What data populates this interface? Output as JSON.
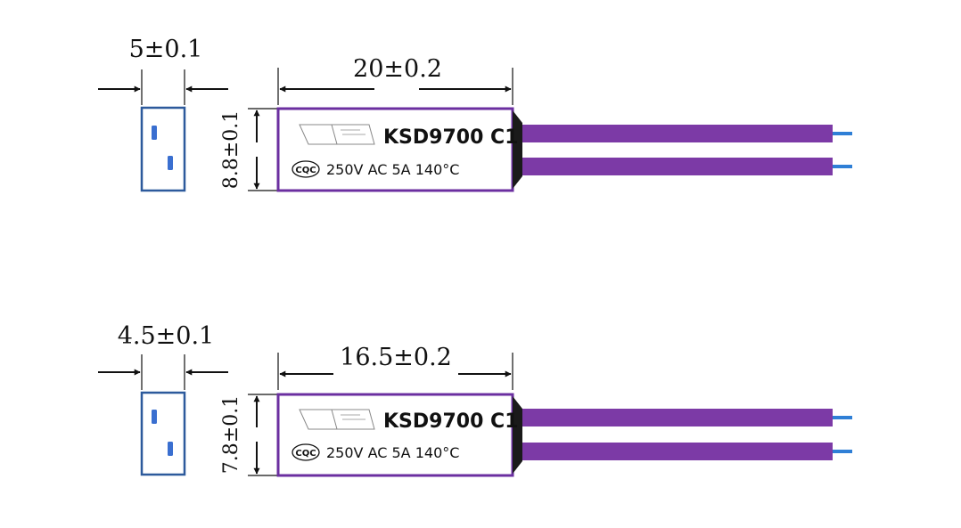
{
  "colors": {
    "body_border": "#6b2fa0",
    "wire": "#7c3aa6",
    "wire_tip": "#2f7fd6",
    "end_view": "#2d5a9c",
    "pin": "#3a6fd0",
    "dark_cap": "#1a1a1a"
  },
  "icons": [
    "thermal-fuse-logo-icon",
    "cqc-mark-icon",
    "arrow-icon"
  ],
  "diagrams": [
    {
      "end_width": "5±0.1",
      "length": "20±0.2",
      "height": "8.8±0.1",
      "model": "KSD9700 C1",
      "cert": "CQC",
      "rating": "250V AC 5A 140°C"
    },
    {
      "end_width": "4.5±0.1",
      "length": "16.5±0.2",
      "height": "7.8±0.1",
      "model": "KSD9700 C1",
      "cert": "CQC",
      "rating": "250V AC 5A 140°C"
    }
  ]
}
